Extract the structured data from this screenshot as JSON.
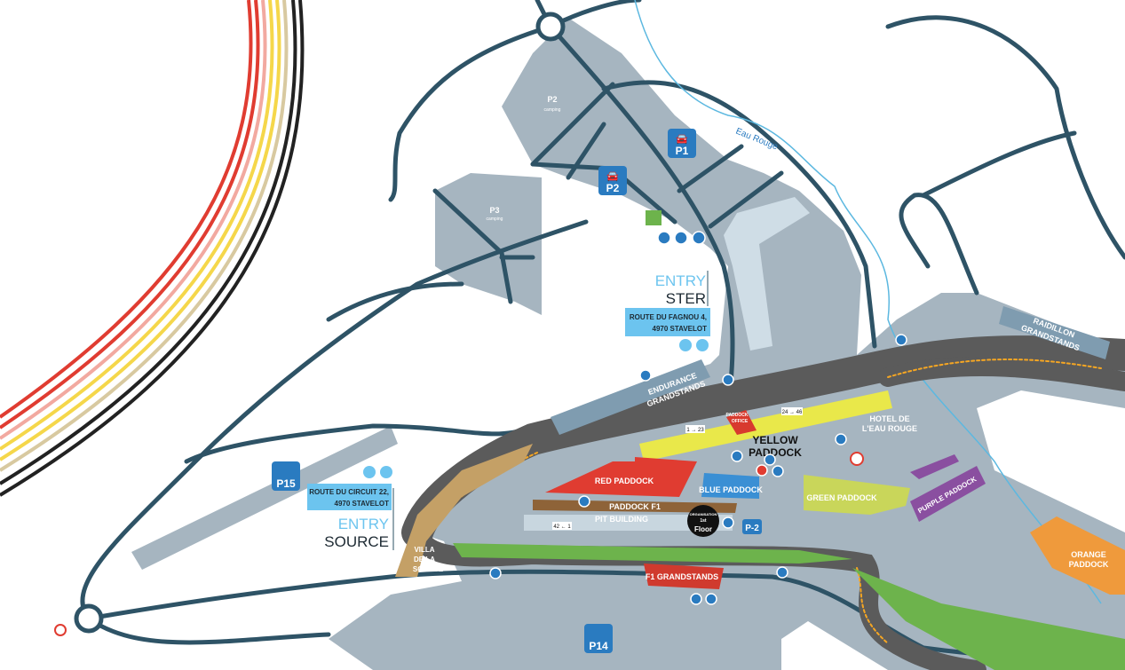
{
  "map": {
    "river_label": "Eau Rouge",
    "parkings": {
      "p1": "P1",
      "p2": "P2",
      "p3": "P3",
      "p14": "P14",
      "p15": "P15",
      "p_2": "P-2",
      "camping": "camping",
      "p2_camp": "P2",
      "p3_camp": "P3"
    },
    "entries": {
      "ster": {
        "entry": "ENTRY",
        "name": "STER",
        "addr1": "ROUTE DU FAGNOU 4,",
        "addr2": "4970 STAVELOT"
      },
      "source": {
        "entry": "ENTRY",
        "name": "SOURCE",
        "addr1": "ROUTE DU CIRCUIT 22,",
        "addr2": "4970 STAVELOT"
      }
    },
    "zones": {
      "endurance": [
        "ENDURANCE",
        "GRANDSTANDS"
      ],
      "raidillon": [
        "RAIDILLON",
        "GRANDSTANDS"
      ],
      "red_paddock": "RED PADDOCK",
      "blue_paddock": "BLUE PADDOCK",
      "yellow_paddock": [
        "YELLOW",
        "PADDOCK"
      ],
      "green_paddock": "GREEN PADDOCK",
      "purple_paddock": "PURPLE PADDOCK",
      "orange_paddock": [
        "ORANGE",
        "PADDOCK"
      ],
      "paddock_f1": "PADDOCK F1",
      "pit_building": "PIT BUILDING",
      "paddock_office": [
        "PADDOCK",
        "OFFICE"
      ],
      "f1_grandstands": "F1 GRANDSTANDS",
      "hotel": [
        "HOTEL DE",
        "L'EAU ROUGE"
      ],
      "villa": [
        "VILLA",
        "DE LA",
        "SOURCE"
      ],
      "organisation": [
        "ORGANISATION",
        "1st",
        "Floor"
      ]
    },
    "garages": {
      "a": "1 → 23",
      "b": "24 → 46",
      "c": "42 ← 1"
    },
    "colors": {
      "road": "#2e5366",
      "area": "#a6b5c0",
      "track": "#5b5b5b",
      "red": "#e03c31",
      "blue": "#3a8fd4",
      "yellow": "#e9e84a",
      "green": "#c9d65a",
      "purple": "#8a4fa0",
      "orange": "#ef9a3c",
      "brown": "#8e6338",
      "entry": "#6cc4ef"
    }
  }
}
